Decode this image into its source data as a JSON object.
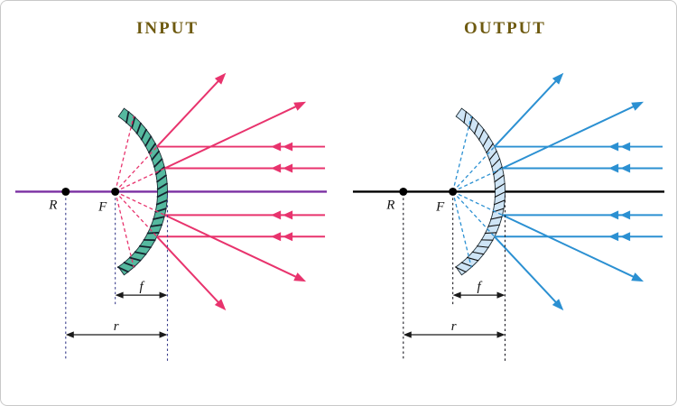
{
  "figure": {
    "kind": "convex-mirror-ray-diagram",
    "description": "Two side-by-side ray diagrams of a convex mirror with parallel incoming rays reflecting and diverging as if from focal point F"
  },
  "colors": {
    "title_text": "#6e5a10",
    "dimension": "#1a1a1a",
    "point": "#000000"
  },
  "panels": [
    {
      "id": "input",
      "title": "INPUT",
      "labels": {
        "R": "R",
        "F": "F",
        "focal_length": "f",
        "radius": "r"
      },
      "colors": {
        "axis": "#7a2fa2",
        "ray": "#e8336d",
        "mirror_fill": "#55b99f",
        "mirror_hatch": "#16222e",
        "guide": "#3b3f8c"
      }
    },
    {
      "id": "output",
      "title": "OUTPUT",
      "labels": {
        "R": "R",
        "F": "F",
        "focal_length": "f",
        "radius": "r"
      },
      "colors": {
        "axis": "#000000",
        "ray": "#2b90d2",
        "mirror_fill": "#cfe5f6",
        "mirror_hatch": "#111111",
        "guide": "#1a1a22"
      }
    }
  ]
}
